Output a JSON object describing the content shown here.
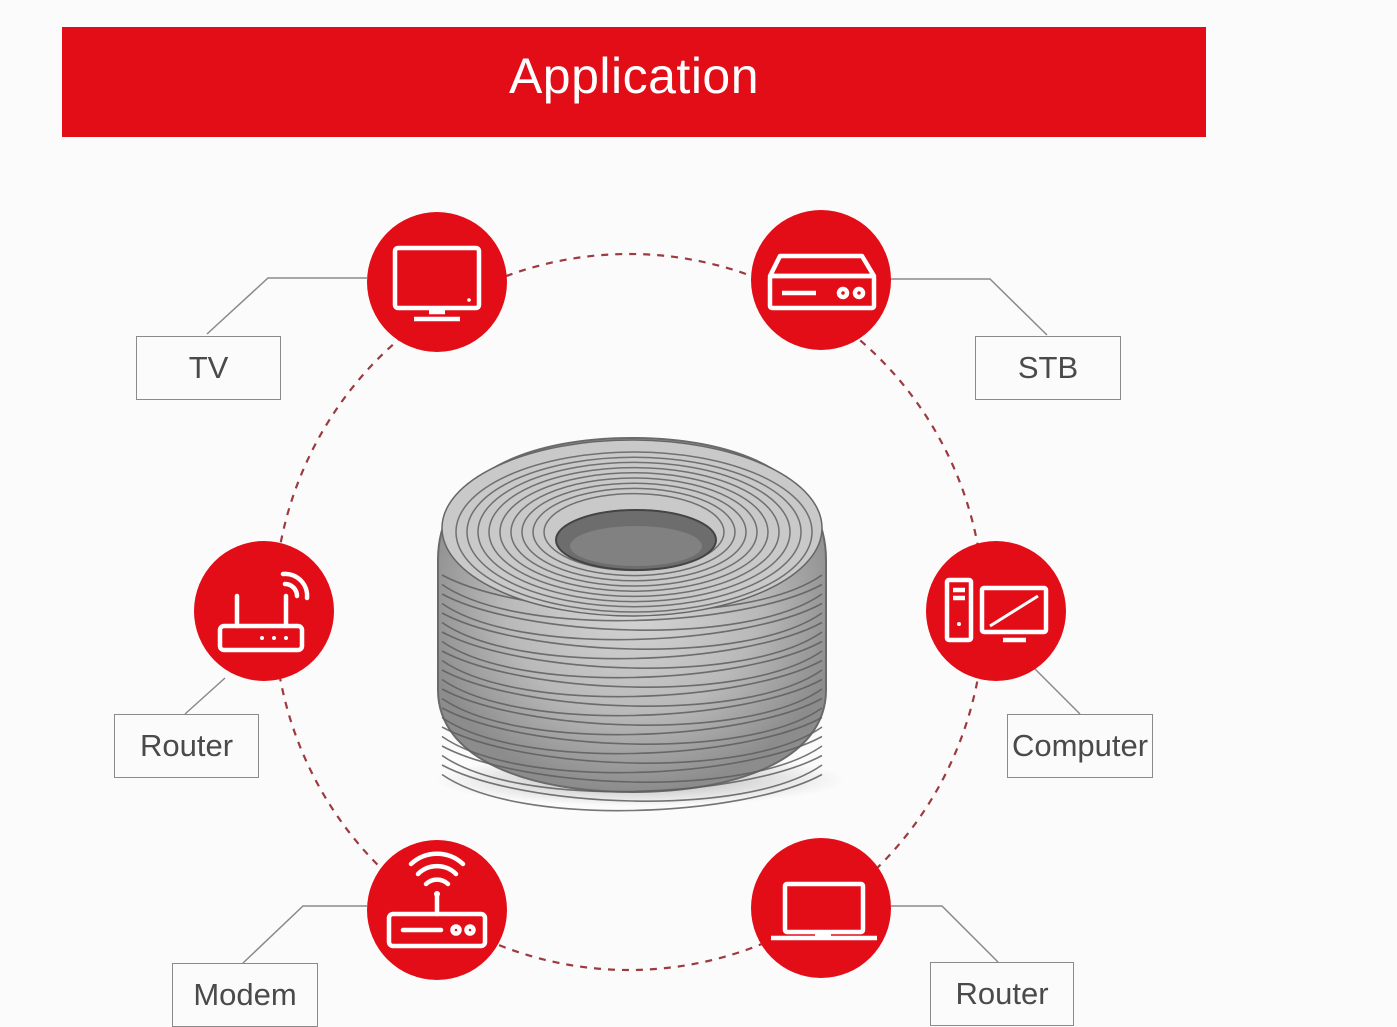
{
  "header": {
    "title": "Application"
  },
  "accent_color": "#e30d17",
  "dashed_circle_color": "#9b3a3f",
  "center_image": {
    "name": "cable-coil"
  },
  "nodes": [
    {
      "id": "tv",
      "label": "TV",
      "icon": "tv-icon"
    },
    {
      "id": "stb",
      "label": "STB",
      "icon": "set-top-box-icon"
    },
    {
      "id": "router1",
      "label": "Router",
      "icon": "wifi-router-icon"
    },
    {
      "id": "computer",
      "label": "Computer",
      "icon": "desktop-computer-icon"
    },
    {
      "id": "modem",
      "label": "Modem",
      "icon": "modem-icon"
    },
    {
      "id": "router2",
      "label": "Router",
      "icon": "laptop-icon"
    }
  ]
}
